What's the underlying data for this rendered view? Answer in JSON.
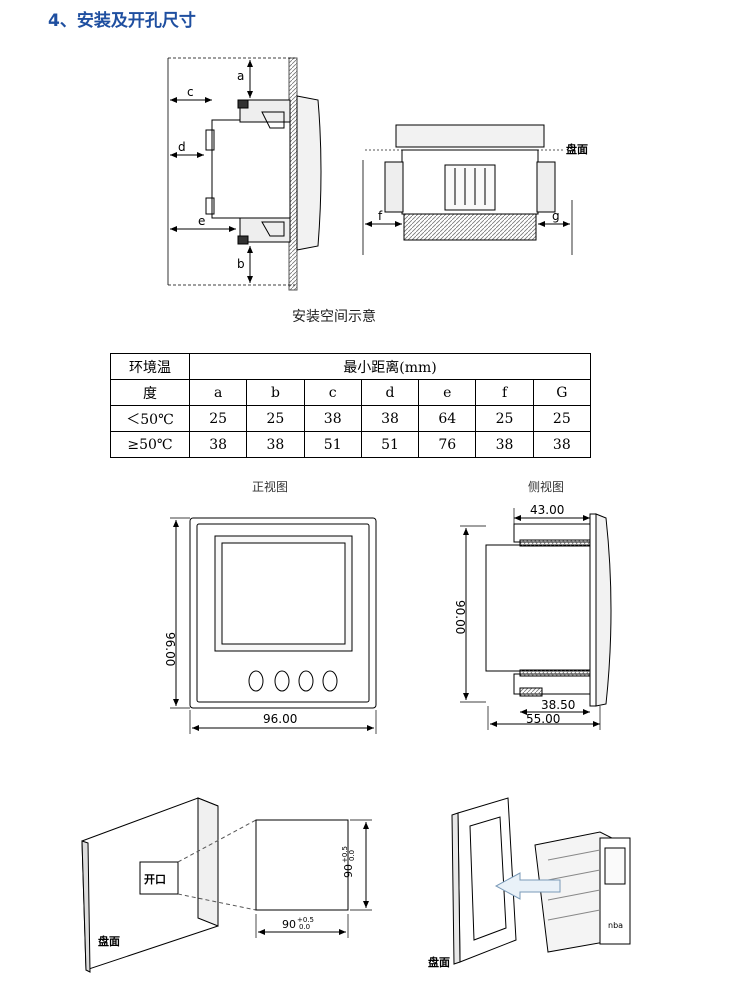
{
  "section": {
    "title": "4、安装及开孔尺寸"
  },
  "install_diagram": {
    "caption": "安装空间示意",
    "labels": [
      "a",
      "b",
      "c",
      "d",
      "e",
      "f",
      "g"
    ],
    "panel_label": "盘面"
  },
  "distance_table": {
    "head_col_line1": "环境温",
    "head_col_line2": "度",
    "head_group": "最小距离(mm)",
    "columns": [
      "a",
      "b",
      "c",
      "d",
      "e",
      "f",
      "G"
    ],
    "rows": [
      {
        "temp": "＜50℃",
        "values": [
          "25",
          "25",
          "38",
          "38",
          "64",
          "25",
          "25"
        ]
      },
      {
        "temp": "≥50℃",
        "values": [
          "38",
          "38",
          "51",
          "51",
          "76",
          "38",
          "38"
        ]
      }
    ]
  },
  "front_view": {
    "title": "正视图",
    "height_dim": "96.00",
    "width_dim": "96.00"
  },
  "side_view": {
    "title": "侧视图",
    "top_dim": "43.00",
    "height_dim": "90.00",
    "dim_mid": "38.50",
    "dim_bottom": "55.00"
  },
  "cutout": {
    "opening_label": "开口",
    "panel_label": "盘面",
    "width_dim": "90",
    "width_tol_plus": "+0.5",
    "width_tol_minus": "0.0",
    "height_dim": "90",
    "height_tol_plus": "+0.5",
    "height_tol_minus": "0.0"
  },
  "mounting": {
    "panel_label": "盘面",
    "device_label": "nba"
  }
}
